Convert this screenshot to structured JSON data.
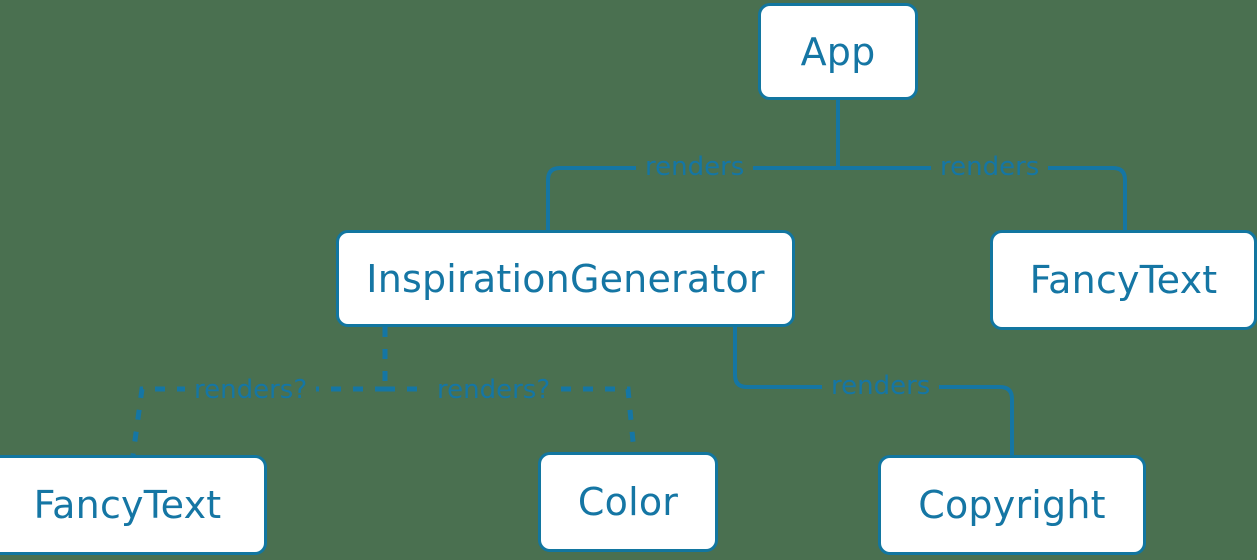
{
  "diagram": {
    "type": "component-tree",
    "background_color": "#4a7050",
    "node_fill": "#ffffff",
    "node_border_color": "#1276a0",
    "text_color": "#1576a4",
    "edge_color": "#1576a4",
    "nodes": [
      {
        "id": "app",
        "label": "App"
      },
      {
        "id": "inspgen",
        "label": "InspirationGenerator"
      },
      {
        "id": "fancytext_r",
        "label": "FancyText"
      },
      {
        "id": "fancytext_b",
        "label": "FancyText"
      },
      {
        "id": "color",
        "label": "Color"
      },
      {
        "id": "copyright",
        "label": "Copyright"
      }
    ],
    "edges": [
      {
        "from": "app",
        "to": "inspgen",
        "label": "renders",
        "style": "solid"
      },
      {
        "from": "app",
        "to": "fancytext_r",
        "label": "renders",
        "style": "solid"
      },
      {
        "from": "inspgen",
        "to": "fancytext_b",
        "label": "renders?",
        "style": "dashed"
      },
      {
        "from": "inspgen",
        "to": "color",
        "label": "renders?",
        "style": "dashed"
      },
      {
        "from": "inspgen",
        "to": "copyright",
        "label": "renders",
        "style": "solid"
      }
    ],
    "labels": {
      "renders_left": "renders",
      "renders_right": "renders",
      "renders_q1": "renders?",
      "renders_q2": "renders?",
      "renders_bottom": "renders"
    }
  }
}
